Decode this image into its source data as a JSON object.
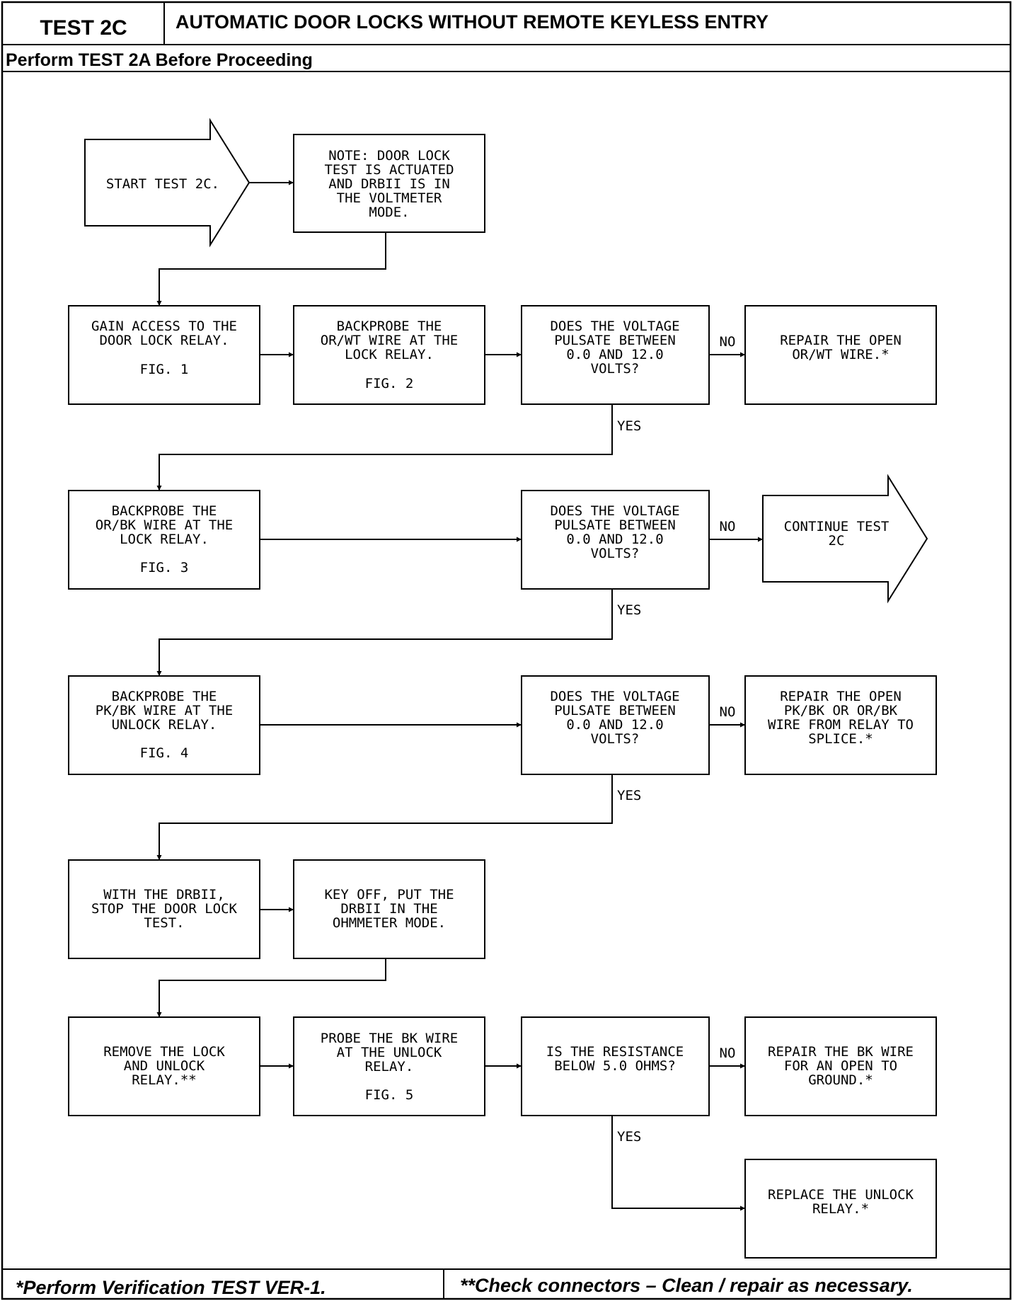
{
  "header": {
    "test_id": "TEST 2C",
    "title": "AUTOMATIC DOOR LOCKS WITHOUT REMOTE KEYLESS ENTRY",
    "prerequisite": "Perform TEST 2A Before Proceeding"
  },
  "footer": {
    "note_left": "*Perform Verification TEST VER-1.",
    "note_right": "**Check connectors – Clean / repair as necessary."
  },
  "flow": {
    "start": [
      "START TEST 2C."
    ],
    "note": [
      "NOTE: DOOR LOCK",
      "TEST IS ACTUATED",
      "AND DRBII IS IN",
      "THE VOLTMETER",
      "MODE."
    ],
    "gain_access": [
      "GAIN ACCESS TO THE",
      "DOOR LOCK RELAY."
    ],
    "gain_access_fig": "FIG. 1",
    "backprobe_or_wt": [
      "BACKPROBE THE",
      "OR/WT WIRE AT THE",
      "LOCK RELAY."
    ],
    "backprobe_or_wt_fig": "FIG. 2",
    "voltage_q1": [
      "DOES THE VOLTAGE",
      "PULSATE BETWEEN",
      "0.0 AND 12.0",
      "VOLTS?"
    ],
    "repair_or_wt": [
      "REPAIR THE OPEN",
      "OR/WT WIRE.*"
    ],
    "backprobe_or_bk": [
      "BACKPROBE THE",
      "OR/BK WIRE AT THE",
      "LOCK RELAY."
    ],
    "backprobe_or_bk_fig": "FIG. 3",
    "voltage_q2": [
      "DOES THE VOLTAGE",
      "PULSATE BETWEEN",
      "0.0 AND 12.0",
      "VOLTS?"
    ],
    "continue": [
      "CONTINUE TEST",
      "2C"
    ],
    "backprobe_pk_bk": [
      "BACKPROBE THE",
      "PK/BK WIRE AT THE",
      "UNLOCK RELAY."
    ],
    "backprobe_pk_bk_fig": "FIG. 4",
    "voltage_q3": [
      "DOES THE VOLTAGE",
      "PULSATE BETWEEN",
      "0.0 AND 12.0",
      "VOLTS?"
    ],
    "repair_pk_bk": [
      "REPAIR THE OPEN",
      "PK/BK OR OR/BK",
      "WIRE FROM RELAY TO",
      "SPLICE.*"
    ],
    "stop_test": [
      "WITH THE DRBII,",
      "STOP THE DOOR LOCK",
      "TEST."
    ],
    "key_off": [
      "KEY OFF, PUT THE",
      "DRBII IN THE",
      "OHMMETER MODE."
    ],
    "remove_relay": [
      "REMOVE THE LOCK",
      "AND UNLOCK",
      "RELAY.**"
    ],
    "probe_bk": [
      "PROBE THE BK WIRE",
      "AT THE UNLOCK",
      "RELAY."
    ],
    "probe_bk_fig": "FIG. 5",
    "resistance_q": [
      "IS THE RESISTANCE",
      "BELOW 5.0 OHMS?"
    ],
    "repair_bk": [
      "REPAIR THE BK WIRE",
      "FOR AN OPEN TO",
      "GROUND.*"
    ],
    "replace_relay": [
      "REPLACE THE UNLOCK",
      "RELAY.*"
    ],
    "label_yes": "YES",
    "label_no": "NO"
  }
}
